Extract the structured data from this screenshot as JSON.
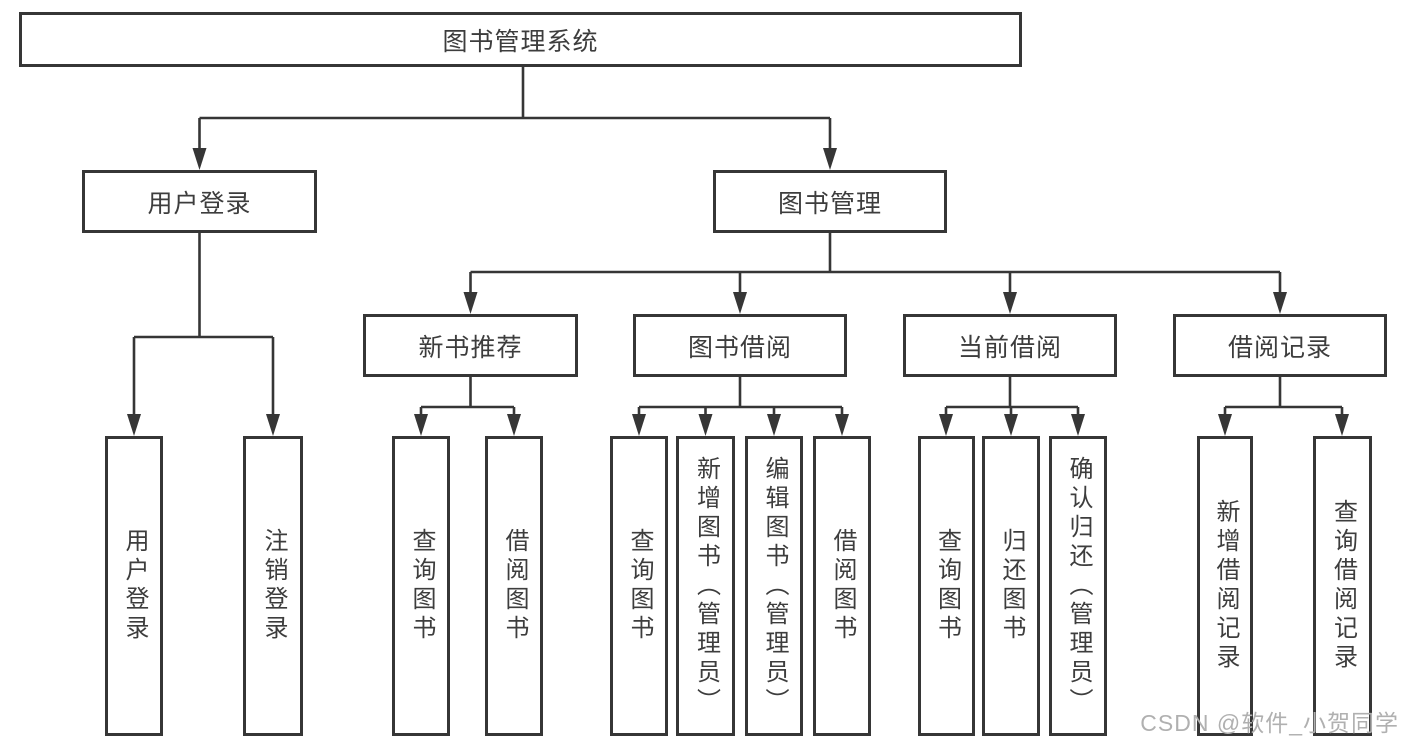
{
  "watermark": "CSDN @软件_小贺同学",
  "colors": {
    "line": "#363636",
    "text": "#3d3d3d",
    "watermark": "#b0b0b0",
    "background": "#ffffff"
  },
  "tree": {
    "label": "图书管理系统",
    "children": [
      {
        "label": "用户登录",
        "children": [
          {
            "label": "用户登录"
          },
          {
            "label": "注销登录"
          }
        ]
      },
      {
        "label": "图书管理",
        "children": [
          {
            "label": "新书推荐",
            "children": [
              {
                "label": "查询图书"
              },
              {
                "label": "借阅图书"
              }
            ]
          },
          {
            "label": "图书借阅",
            "children": [
              {
                "label": "查询图书"
              },
              {
                "label": "新增图书（管理员）"
              },
              {
                "label": "编辑图书（管理员）"
              },
              {
                "label": "借阅图书"
              }
            ]
          },
          {
            "label": "当前借阅",
            "children": [
              {
                "label": "查询图书"
              },
              {
                "label": "归还图书"
              },
              {
                "label": "确认归还（管理员）"
              }
            ]
          },
          {
            "label": "借阅记录",
            "children": [
              {
                "label": "新增借阅记录"
              },
              {
                "label": "查询借阅记录"
              }
            ]
          }
        ]
      }
    ]
  }
}
